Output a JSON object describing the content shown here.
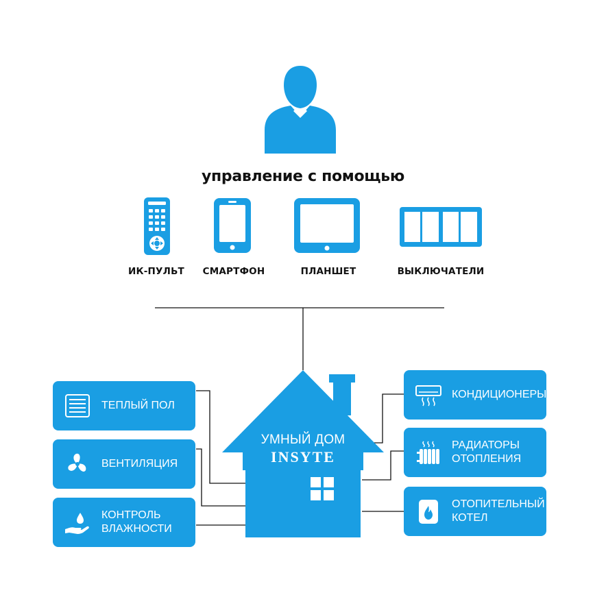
{
  "heading": "управление с помощью",
  "accent_color": "#1a9ee3",
  "devices": [
    {
      "label": "ИК-ПУЛЬТ",
      "icon": "remote-control-icon"
    },
    {
      "label": "СМАРТФОН",
      "icon": "smartphone-icon"
    },
    {
      "label": "ПЛАНШЕТ",
      "icon": "tablet-icon"
    },
    {
      "label": "ВЫКЛЮЧАТЕЛИ",
      "icon": "wall-switch-icon"
    }
  ],
  "house": {
    "line1": "УМНЫЙ ДОМ",
    "line2": "INSYTE"
  },
  "left_cards": [
    {
      "line1": "ТЕПЛЫЙ ПОЛ",
      "line2": "",
      "icon": "floor-heating-icon"
    },
    {
      "line1": "ВЕНТИЛЯЦИЯ",
      "line2": "",
      "icon": "fan-icon"
    },
    {
      "line1": "КОНТРОЛЬ",
      "line2": "ВЛАЖНОСТИ",
      "icon": "humidity-hand-icon"
    }
  ],
  "right_cards": [
    {
      "line1": "КОНДИЦИОНЕРЫ",
      "line2": "",
      "icon": "air-conditioner-icon"
    },
    {
      "line1": "РАДИАТОРЫ",
      "line2": "ОТОПЛЕНИЯ",
      "icon": "radiator-icon"
    },
    {
      "line1": "ОТОПИТЕЛЬНЫЙ",
      "line2": "КОТЕЛ",
      "icon": "boiler-icon"
    }
  ]
}
